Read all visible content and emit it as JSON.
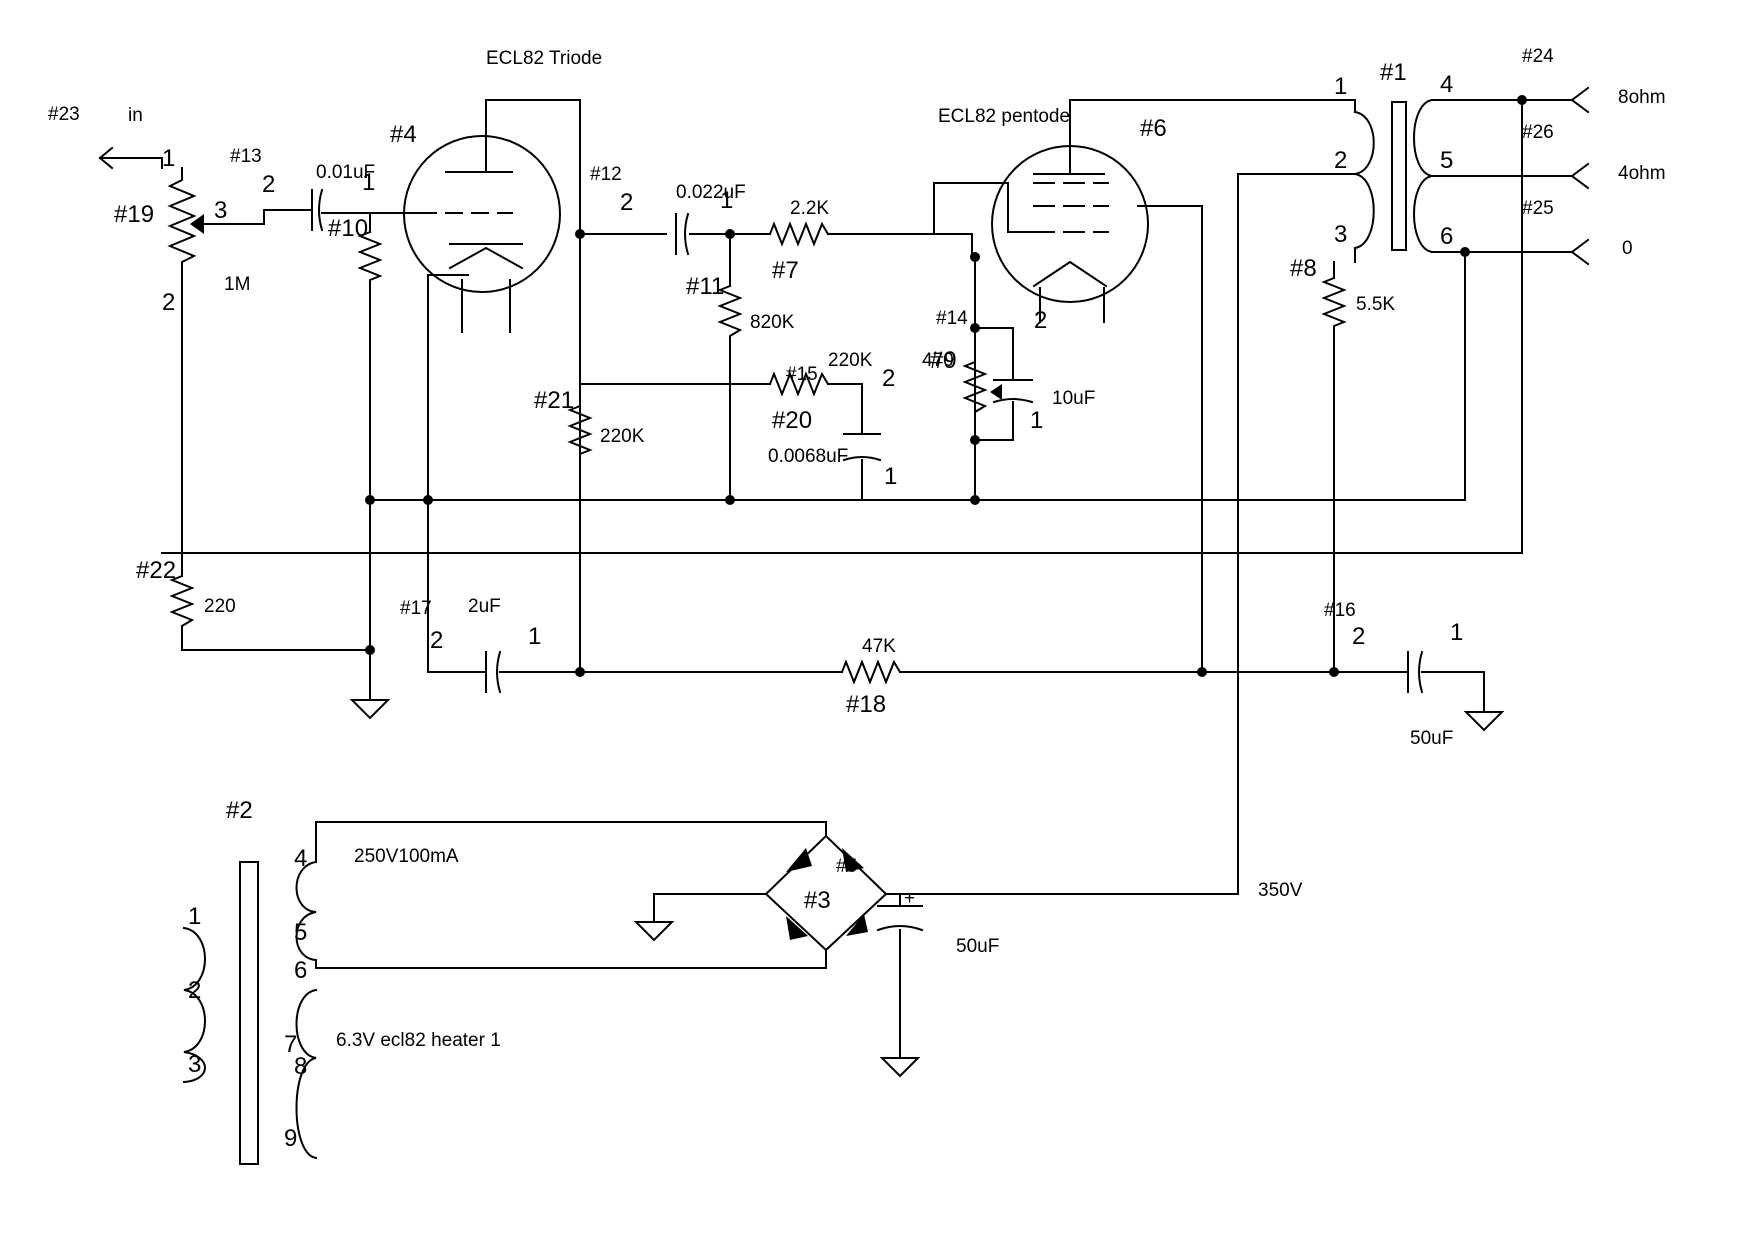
{
  "labels": {
    "triode_title": "ECL82 Triode",
    "pentode_title": "ECL82 pentode",
    "in": "in",
    "eight_ohm": "8ohm",
    "four_ohm": "4ohm",
    "zero": "0",
    "v250": "250V100mA",
    "v350": "350V",
    "heater": "6.3V ecl82 heater 1"
  },
  "refs": {
    "r1": "#1",
    "r2": "#2",
    "r3": "#3",
    "r4": "#4",
    "r5": "#5",
    "r6": "#6",
    "r7": "#7",
    "r8": "#8",
    "r9": "#9",
    "r10": "#10",
    "r11": "#11",
    "r12": "#12",
    "r13": "#13",
    "r14": "#14",
    "r15": "#15",
    "r16": "#16",
    "r17": "#17",
    "r18": "#18",
    "r19": "#19",
    "r20": "#20",
    "r21": "#21",
    "r22": "#22",
    "r23": "#23",
    "r24": "#24",
    "r25": "#25",
    "r26": "#26"
  },
  "values": {
    "pot_1m": "1M",
    "c_001": "0.01uF",
    "c_0022": "0.022uF",
    "r_22k": "2.2K",
    "r_820k": "820K",
    "r_220k_a": "220K",
    "r_220k_b": "220K",
    "r_470": "470",
    "c_10uf": "10uF",
    "c_00068": "0.0068uF",
    "r_55k": "5.5K",
    "r_220": "220",
    "c_2uf": "2uF",
    "r_47k": "47K",
    "c_50uf_a": "50uF",
    "c_50uf_b": "50uF"
  },
  "pins": {
    "p1": "1",
    "p2": "2",
    "p3": "3",
    "p4": "4",
    "p5": "5",
    "p6": "6",
    "p7": "7",
    "p8": "8",
    "p9": "9",
    "plus": "+"
  }
}
